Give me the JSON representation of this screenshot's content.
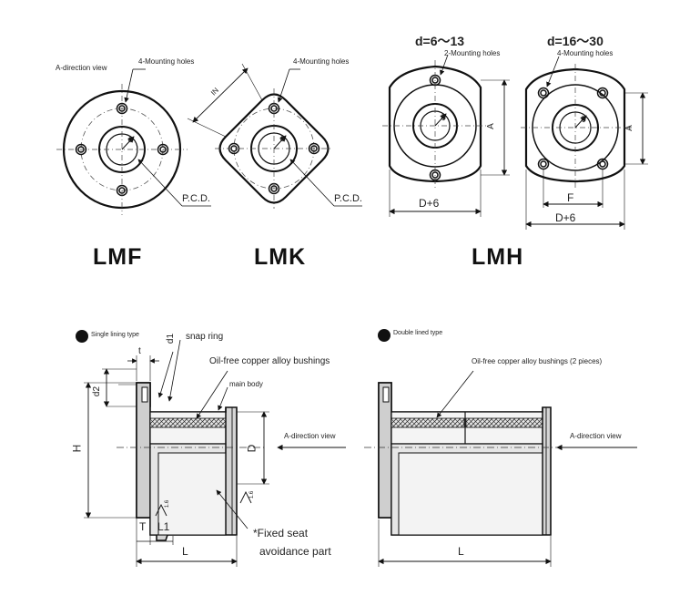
{
  "top": {
    "lmf": {
      "title": "LMF",
      "view": "A-direction view",
      "holes": "4-Mounting holes",
      "pcd": "P.C.D."
    },
    "lmk": {
      "title": "LMK",
      "holes": "4-Mounting holes",
      "pcd": "P.C.D.",
      "dim_in": "IN"
    },
    "lmh": {
      "title": "LMH",
      "left": {
        "range": "d=6～13",
        "holes": "2-Mounting holes",
        "dim_a": "A",
        "dim_w": "D+6"
      },
      "right": {
        "range": "d=16～30",
        "holes": "4-Mounting holes",
        "dim_a": "A",
        "dim_f": "F",
        "dim_w": "D+6"
      }
    },
    "d_symbol": "d"
  },
  "bottom": {
    "single": {
      "legend": "Single lining type",
      "snap_ring": "snap ring",
      "bushings": "Oil-free copper alloy bushings",
      "main_body": "main body",
      "view": "A-direction view",
      "dims": {
        "t": "t",
        "d1": "d1",
        "d2": "d2",
        "H": "H",
        "D": "D",
        "T": "T",
        "L1": "L1",
        "L": "L",
        "r1": "1.6",
        "r2": "1.6"
      },
      "note1": "*Fixed seat",
      "note2": "avoidance part"
    },
    "double": {
      "legend": "Double lined type",
      "bushings": "Oil-free copper alloy bushings (2 pieces)",
      "view": "A-direction view",
      "dims": {
        "L": "L"
      }
    }
  }
}
